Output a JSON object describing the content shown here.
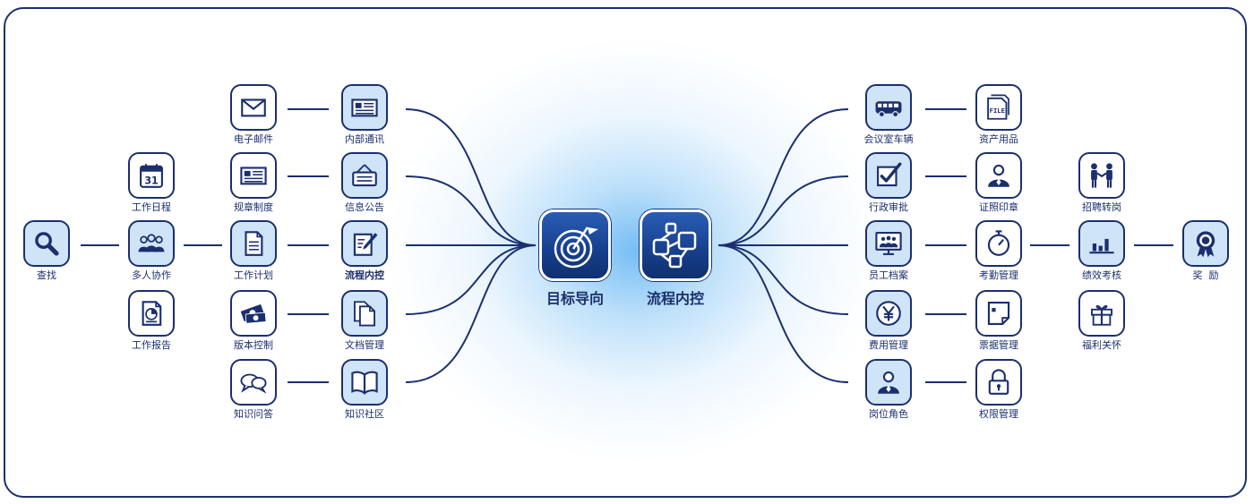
{
  "colors": {
    "primary": "#1b2f6e",
    "tile_fill": "#cfe4f7",
    "hub_fill": "#163f8c",
    "glow": "#6ebaf4"
  },
  "hubs": {
    "goal": {
      "label": "目标导向",
      "icon": "target-flag-icon"
    },
    "process": {
      "label": "流程内控",
      "icon": "flowchart-icon"
    }
  },
  "left": {
    "search": {
      "label": "查找",
      "icon": "magnifier-icon"
    },
    "col1": [
      {
        "label": "工作日程",
        "icon": "calendar-icon",
        "date": "31"
      },
      {
        "label": "多人协作",
        "icon": "people-group-icon"
      },
      {
        "label": "工作报告",
        "icon": "report-doc-icon"
      }
    ],
    "col2": [
      {
        "label": "电子邮件",
        "icon": "envelope-icon"
      },
      {
        "label": "规章制度",
        "icon": "newspaper-icon"
      },
      {
        "label": "工作计划",
        "icon": "document-icon"
      },
      {
        "label": "版本控制",
        "icon": "banknotes-icon"
      },
      {
        "label": "知识问答",
        "icon": "chat-bubbles-icon"
      }
    ],
    "col3": [
      {
        "label": "内部通讯",
        "icon": "newsletter-icon"
      },
      {
        "label": "信息公告",
        "icon": "notice-board-icon"
      },
      {
        "label": "流程内控",
        "icon": "edit-pencil-icon"
      },
      {
        "label": "文档管理",
        "icon": "copy-docs-icon"
      },
      {
        "label": "知识社区",
        "icon": "open-book-icon"
      }
    ]
  },
  "right": {
    "col1": [
      {
        "label": "会议室车辆",
        "icon": "bus-icon"
      },
      {
        "label": "行政审批",
        "icon": "checkbox-icon"
      },
      {
        "label": "员工档案",
        "icon": "monitor-people-icon"
      },
      {
        "label": "费用管理",
        "icon": "yen-coin-icon"
      },
      {
        "label": "岗位角色",
        "icon": "person-icon"
      }
    ],
    "col2": [
      {
        "label": "资产用品",
        "icon": "file-folder-icon",
        "tag": "FILE"
      },
      {
        "label": "证照印章",
        "icon": "person-icon"
      },
      {
        "label": "考勤管理",
        "icon": "stopwatch-icon"
      },
      {
        "label": "票据管理",
        "icon": "receipt-icon"
      },
      {
        "label": "权限管理",
        "icon": "padlock-icon"
      }
    ],
    "col3": [
      {
        "label": "招聘转岗",
        "icon": "handshake-icon"
      },
      {
        "label": "绩效考核",
        "icon": "bar-chart-icon"
      },
      {
        "label": "福利关怀",
        "icon": "gift-icon"
      }
    ],
    "reward": {
      "label": "奖  励",
      "icon": "award-ribbon-icon"
    }
  }
}
